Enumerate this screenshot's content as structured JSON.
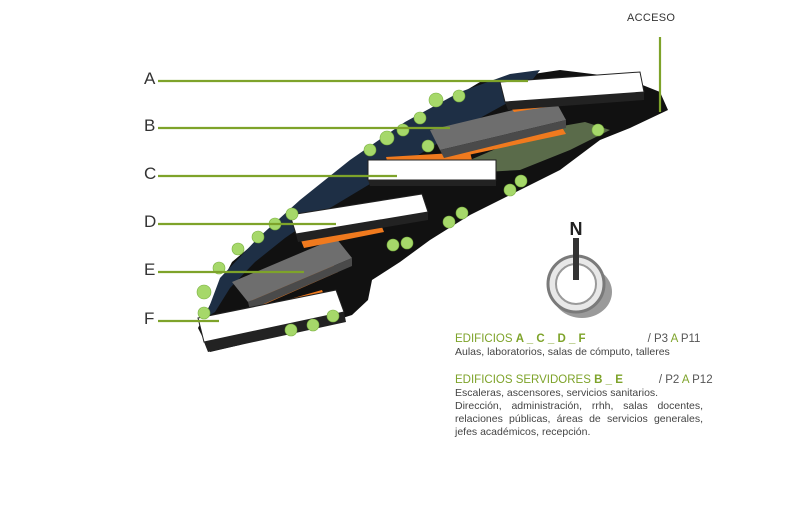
{
  "access_label": "ACCESO",
  "callouts": [
    "A",
    "B",
    "C",
    "D",
    "E",
    "F"
  ],
  "compass": {
    "letter": "N"
  },
  "legend": {
    "group1": {
      "title_prefix": "EDIFICIOS ",
      "title_codes": "A _ C _ D _ F",
      "range_slash": "/ ",
      "range_start": "P3",
      "range_word": " A ",
      "range_end": "P11",
      "description": "Aulas, laboratorios, salas de cómputo, talleres"
    },
    "group2": {
      "title_prefix": "EDIFICIOS SERVIDORES ",
      "title_codes": "B _ E",
      "range_slash": "/ ",
      "range_start": "P2",
      "range_word": " A ",
      "range_end": "P12",
      "description_line1": "Escaleras, ascensores, servicios sanitarios.",
      "description_line2": "Dirección, administración, rrhh, salas docentes, relaciones públicas, áreas de servicios generales, jefes académicos, recepción."
    }
  },
  "colors": {
    "leader_line": "#7ea32a",
    "tree": "#a6d86a",
    "site_base": "#1e2f45",
    "ground": "#111111",
    "slab_white": "#ffffff",
    "slab_gray": "#6e6e6e",
    "accent_orange": "#f07a1e"
  }
}
